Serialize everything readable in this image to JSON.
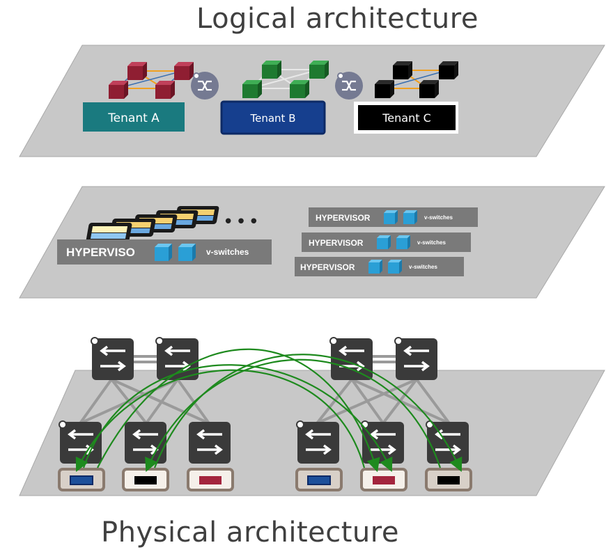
{
  "titles": {
    "logical": "Logical architecture",
    "physical": "Physical architecture"
  },
  "tenants": [
    {
      "label": "Tenant A",
      "box_color": "#1a7a7f",
      "vm_color": "#a3253d"
    },
    {
      "label": "Tenant B",
      "box_color": "#163f8e",
      "vm_color": "#218a37"
    },
    {
      "label": "Tenant C",
      "box_color": "#000000",
      "vm_color": "#000000"
    }
  ],
  "hypervisor_layer": {
    "main_bar": {
      "label": "HYPERVISO",
      "vswitch_label": "v-switches"
    },
    "stacked_bars": [
      {
        "label": "HYPERVISOR",
        "vswitch_label": "v-switches"
      },
      {
        "label": "HYPERVISOR",
        "vswitch_label": "v-switches"
      },
      {
        "label": "HYPERVISOR",
        "vswitch_label": "v-switches"
      }
    ],
    "ellipsis": "•••"
  },
  "physical_layer": {
    "host_colors": [
      "#1c4f9a",
      "#000000",
      "#a3253d",
      "#1c4f9a",
      "#a3253d",
      "#000000"
    ]
  },
  "colors": {
    "plane": "#c8c8c8",
    "plane_edge": "#a0a0a0",
    "switch_body": "#3a3a3a",
    "arrow_green": "#1e8a1e",
    "cube_blue": "#2a9fd6",
    "hyp_bar": "#7a7a7a",
    "router_icon": "#757a92"
  }
}
